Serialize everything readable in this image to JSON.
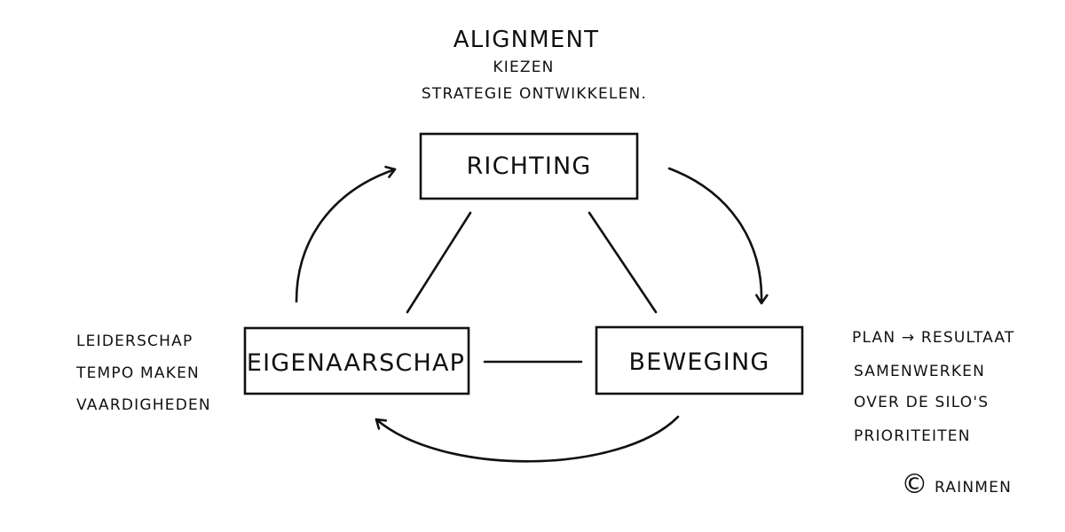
{
  "top_notes": {
    "title": "ALIGNMENT",
    "line1": "KIEZEN",
    "line2": "STRATEGIE ONTWIKKELEN."
  },
  "boxes": {
    "richting": "RICHTING",
    "eigenaarschap": "EIGENAARSCHAP",
    "beweging": "BEWEGING"
  },
  "left_notes": {
    "line1": "LEIDERSCHAP",
    "line2": "TEMPO MAKEN",
    "line3": "VAARDIGHEDEN"
  },
  "right_notes": {
    "line1": "PLAN → RESULTAAT",
    "line2": "SAMENWERKEN",
    "line3": "OVER DE SILO'S",
    "line4": "PRIORITEITEN"
  },
  "credit": {
    "symbol": "©",
    "name": "RAINMEN"
  }
}
